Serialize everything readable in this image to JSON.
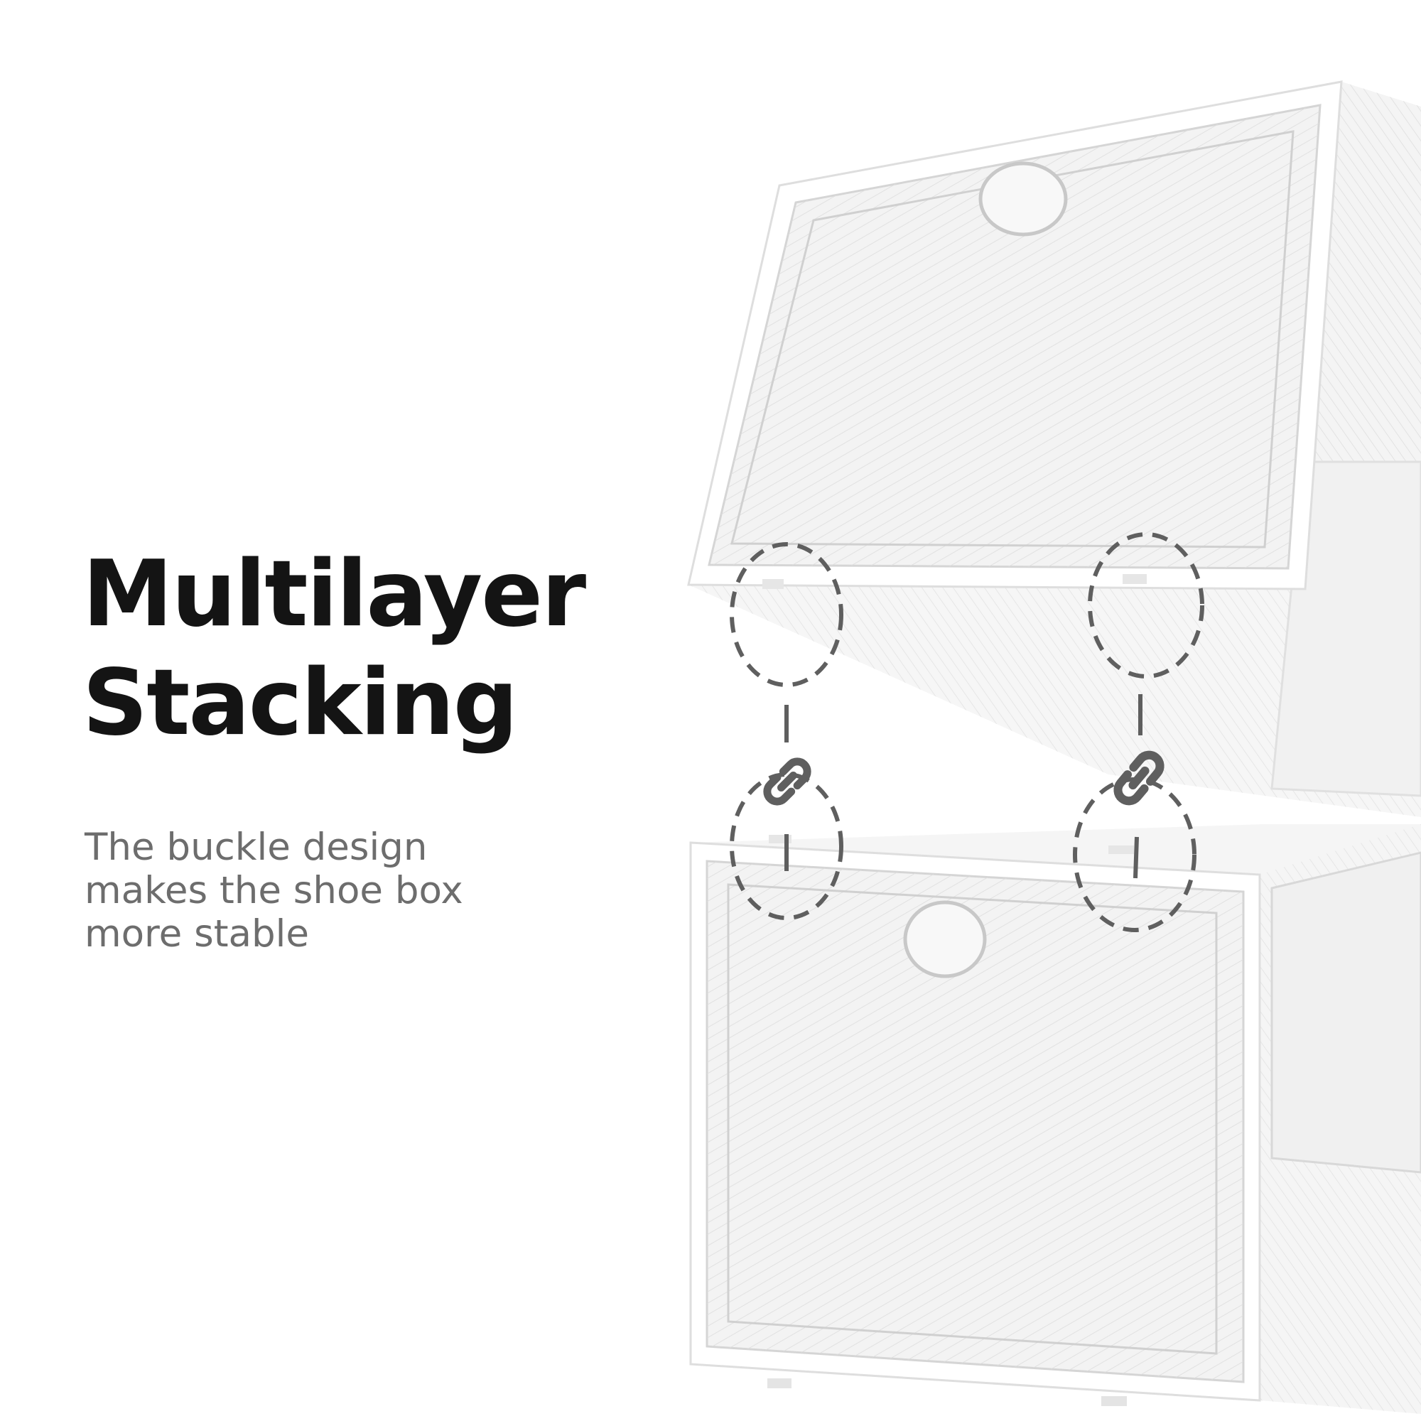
{
  "headline": {
    "line1": "Multilayer",
    "line2": "Stacking"
  },
  "description": {
    "line1": "The buckle design",
    "line2": "makes the shoe box",
    "line3": "more stable"
  },
  "callouts": {
    "icon": "link-chain-icon",
    "color": "#5f5f5f"
  },
  "colors": {
    "title": "#141414",
    "subtitle": "#6d6d6d",
    "frame": "#ffffff",
    "panel": "#eeeeee"
  }
}
